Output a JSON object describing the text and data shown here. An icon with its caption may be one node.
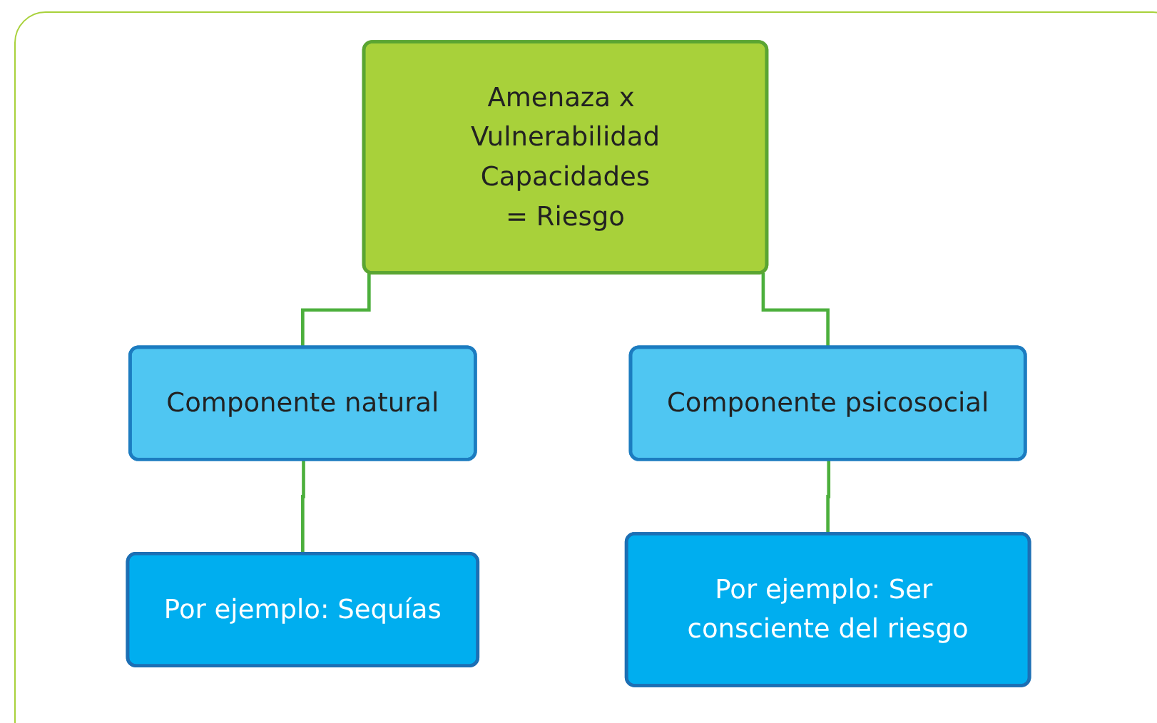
{
  "diagram": {
    "nodes": [
      {
        "text": [
          "Amenaza x Vulnerabilidad",
          "Capacidades",
          "= Riesgo"
        ]
      },
      {
        "text": [
          "Componente natural"
        ]
      },
      {
        "text": [
          "Componente psicosocial"
        ]
      },
      {
        "text": [
          "Por ejemplo: Sequías"
        ]
      },
      {
        "text": [
          "Por ejemplo: Ser consciente del riesgo"
        ]
      }
    ],
    "edges": [
      {
        "from": 0,
        "to": 1,
        "arrow": "none"
      },
      {
        "from": 0,
        "to": 2,
        "arrow": "none"
      },
      {
        "from": 1,
        "to": 3,
        "arrow": "none"
      },
      {
        "from": 2,
        "to": 4,
        "arrow": "none"
      }
    ]
  }
}
